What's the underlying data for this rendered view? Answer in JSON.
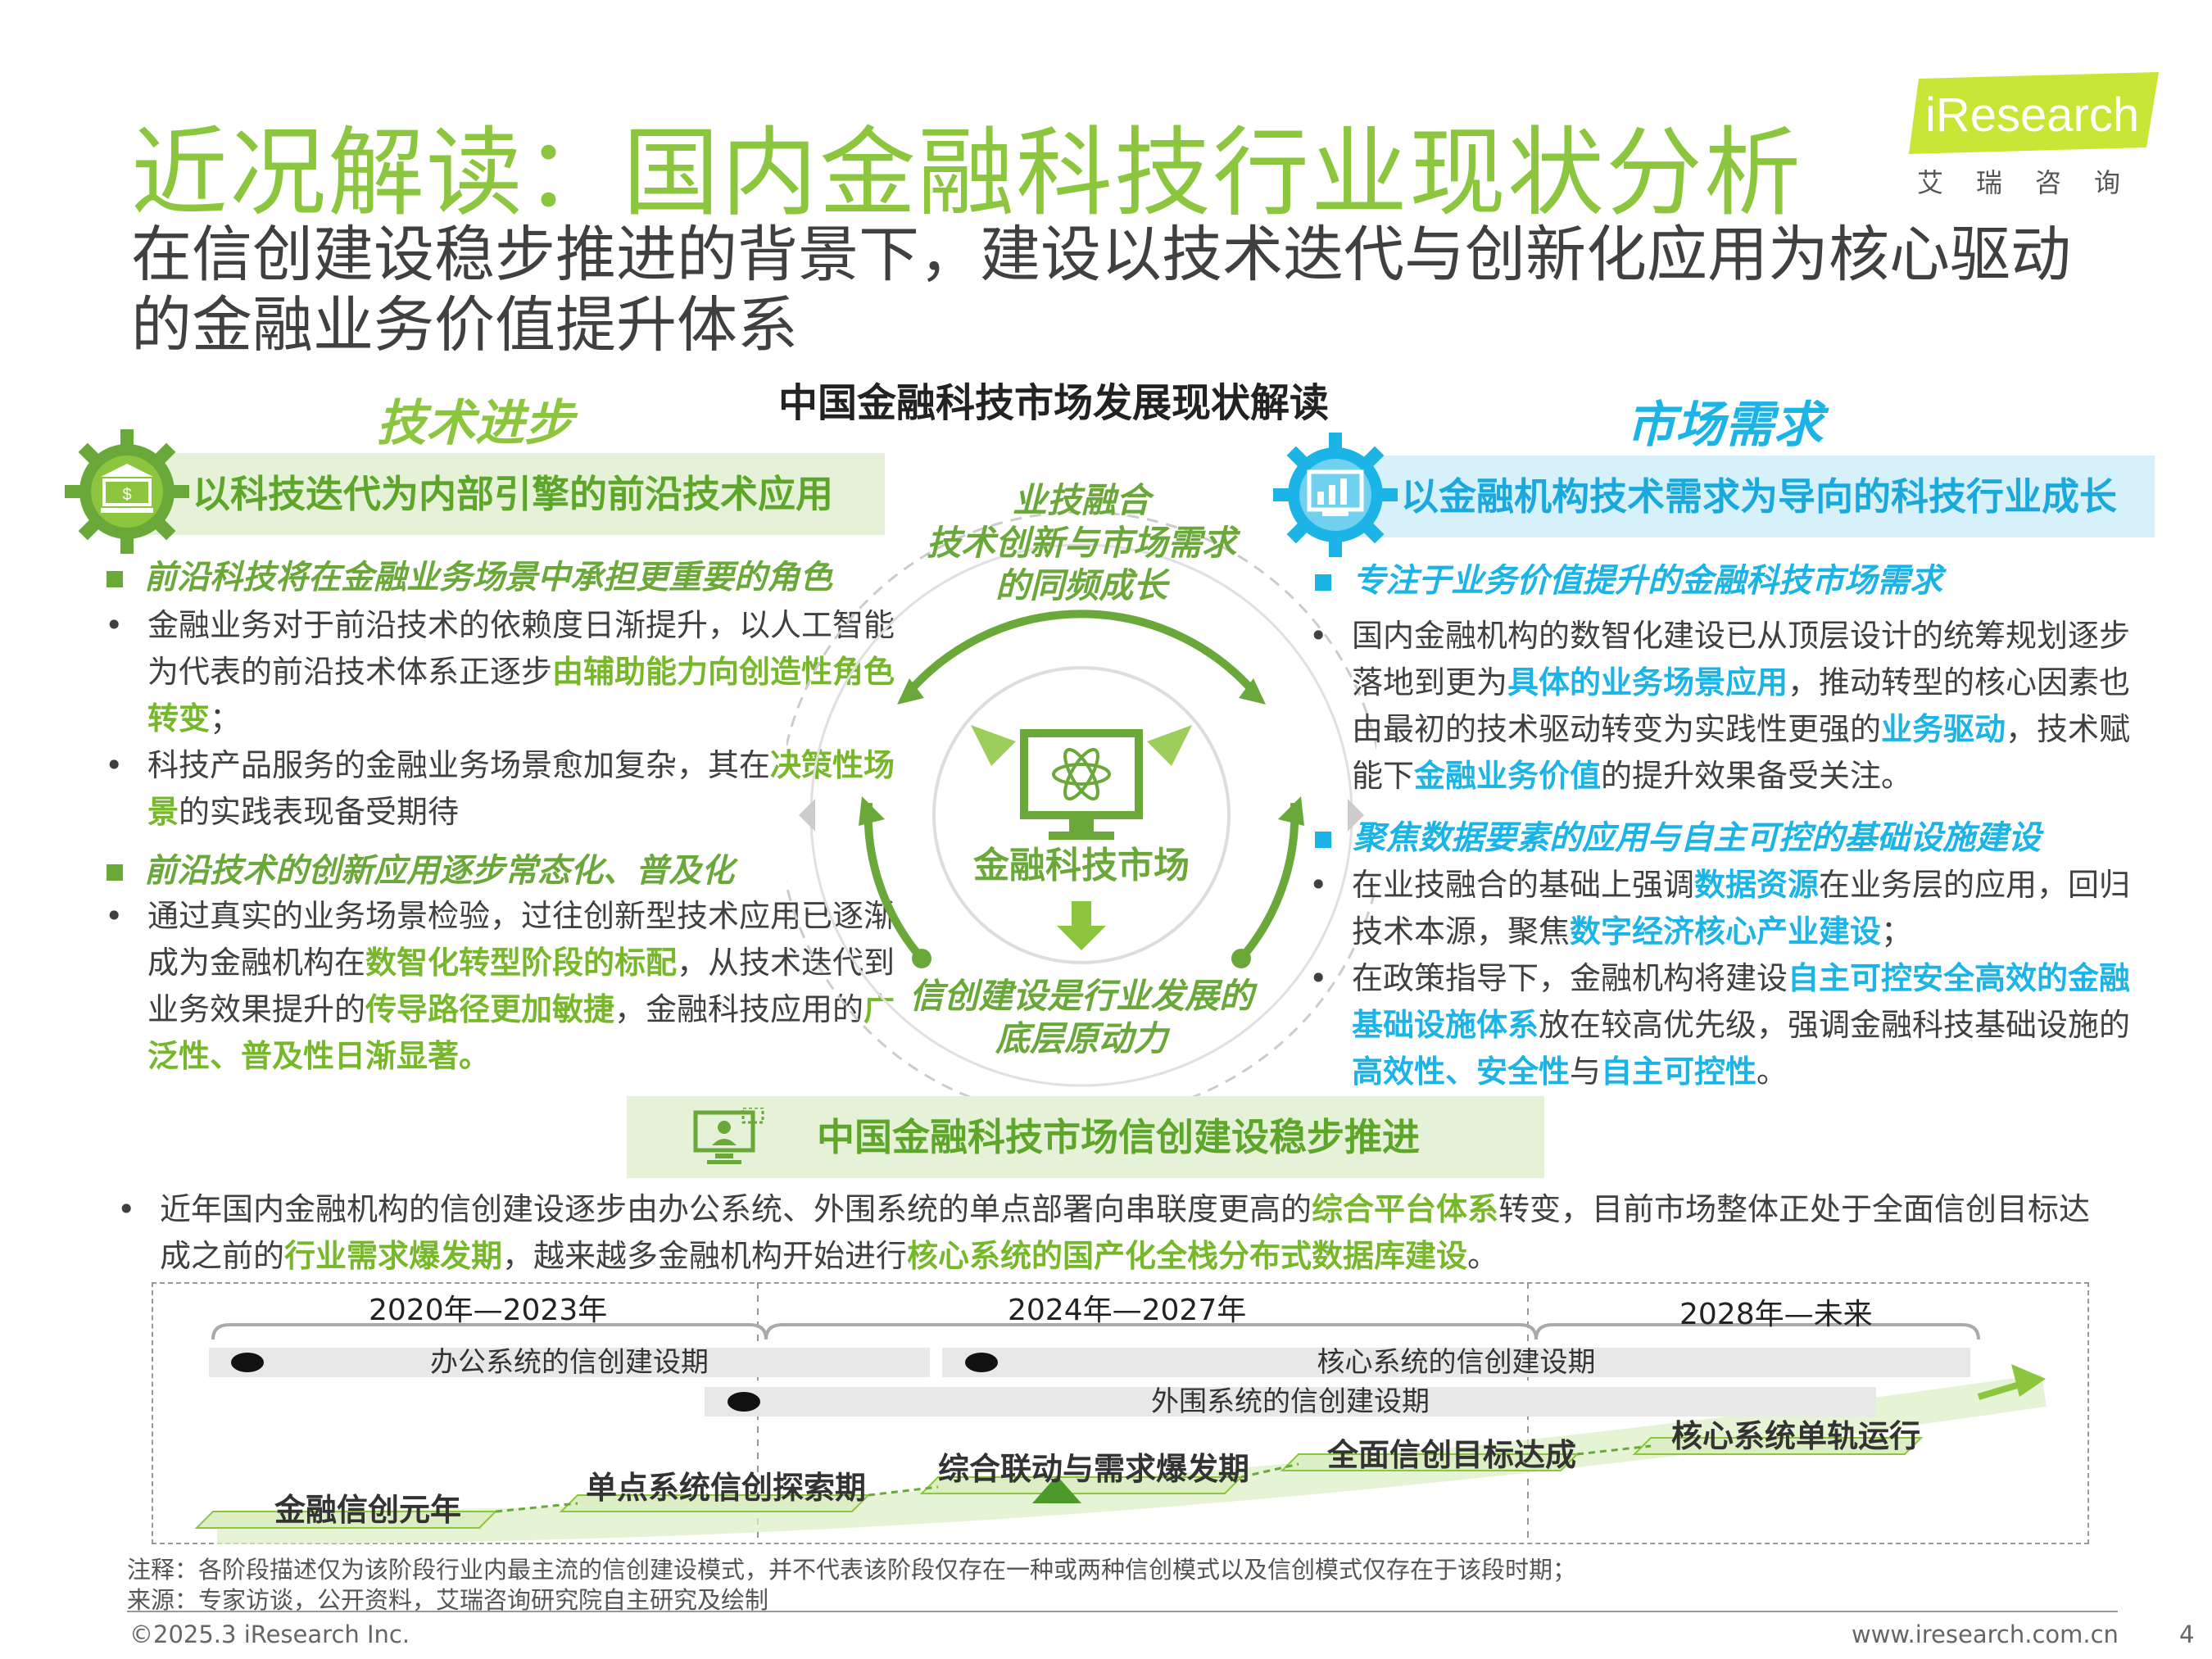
{
  "header": {
    "title": "近况解读：国内金融科技行业现状分析",
    "subtitle": "在信创建设稳步推进的背景下，建设以技术迭代与创新化应用为核心驱动的金融业务价值提升体系",
    "logo_text": "iResearch",
    "logo_sub": "艾瑞咨询"
  },
  "center": {
    "title": "中国金融科技市场发展现状解读",
    "top_label_1": "业技融合",
    "top_label_2": "技术创新与市场需求",
    "top_label_3": "的同频成长",
    "core_label": "金融科技市场",
    "bottom_label_1": "信创建设是行业发展的",
    "bottom_label_2": "底层原动力"
  },
  "left": {
    "heading": "技术进步",
    "band": "以科技迭代为内部引擎的前沿技术应用",
    "sub1": "前沿科技将在金融业务场景中承担更重要的角色",
    "p1_a": "金融业务对于前沿技术的依赖度日渐提升，以人工智能为代表的前沿技术体系正逐步",
    "p1_hl": "由辅助能力向创造性角色转变",
    "p1_b": "；",
    "p2_a": "科技产品服务的金融业务场景愈加复杂，其在",
    "p2_hl": "决策性场景",
    "p2_b": "的实践表现备受期待",
    "sub2": "前沿技术的创新应用逐步常态化、普及化",
    "p3_a": "通过真实的业务场景检验，过往创新型技术应用已逐渐成为金融机构在",
    "p3_hl1": "数智化转型阶段的标配",
    "p3_b": "，从技术迭代到业务效果提升的",
    "p3_hl2": "传导路径更加敏捷",
    "p3_c": "，金融科技应用的",
    "p3_hl3": "广泛性、普及性日渐显著。"
  },
  "right": {
    "heading": "市场需求",
    "band": "以金融机构技术需求为导向的科技行业成长",
    "sub1": "专注于业务价值提升的金融科技市场需求",
    "p1_a": "国内金融机构的数智化建设已从顶层设计的统筹规划逐步落地到更为",
    "p1_hl1": "具体的业务场景应用",
    "p1_b": "，推动转型的核心因素也由最初的技术驱动转变为实践性更强的",
    "p1_hl2": "业务驱动",
    "p1_c": "，技术赋能下",
    "p1_hl3": "金融业务价值",
    "p1_d": "的提升效果备受关注。",
    "sub2": "聚焦数据要素的应用与自主可控的基础设施建设",
    "p2_a": "在业技融合的基础上强调",
    "p2_hl1": "数据资源",
    "p2_b": "在业务层的应用，回归技术本源，聚焦",
    "p2_hl2": "数字经济核心产业建设",
    "p2_c": "；",
    "p3_a": "在政策指导下，金融机构将建设",
    "p3_hl1": "自主可控安全高效的金融基础设施体系",
    "p3_b": "放在较高优先级，强调金融科技基础设施的",
    "p3_hl2": "高效性、安全性",
    "p3_c": "与",
    "p3_hl3": "自主可控性",
    "p3_d": "。"
  },
  "bottom": {
    "band": "中国金融科技市场信创建设稳步推进",
    "intro_a": "近年国内金融机构的信创建设逐步由办公系统、外围系统的单点部署向串联度更高的",
    "intro_hl1": "综合平台体系",
    "intro_b": "转变，目前市场整体正处于全面信创目标达成之前的",
    "intro_hl2": "行业需求爆发期",
    "intro_c": "，越来越多金融机构开始进行",
    "intro_hl3": "核心系统的国产化全栈分布式数据库建设",
    "intro_d": "。",
    "periods": [
      "2020年—2023年",
      "2024年—2027年",
      "2028年—未来"
    ],
    "bars": [
      "办公系统的信创建设期",
      "核心系统的信创建设期",
      "外围系统的信创建设期"
    ],
    "stages": [
      "金融信创元年",
      "单点系统信创探索期",
      "综合联动与需求爆发期",
      "全面信创目标达成",
      "核心系统单轨运行"
    ]
  },
  "notes": {
    "note": "注释：各阶段描述仅为该阶段行业内最主流的信创建设模式，并不代表该阶段仅存在一种或两种信创模式以及信创模式仅存在于该段时期；",
    "source": "来源：专家访谈，公开资料，艾瑞咨询研究院自主研究及绘制"
  },
  "footer": {
    "copyright": "©2025.3 iResearch Inc.",
    "url": "www.iresearch.com.cn",
    "page": "4"
  },
  "colors": {
    "green": "#8cc63f",
    "green_dark": "#6aa83a",
    "blue": "#1cb4e6",
    "band_green": "#e6f2d8",
    "band_blue": "#d6f1fa"
  }
}
